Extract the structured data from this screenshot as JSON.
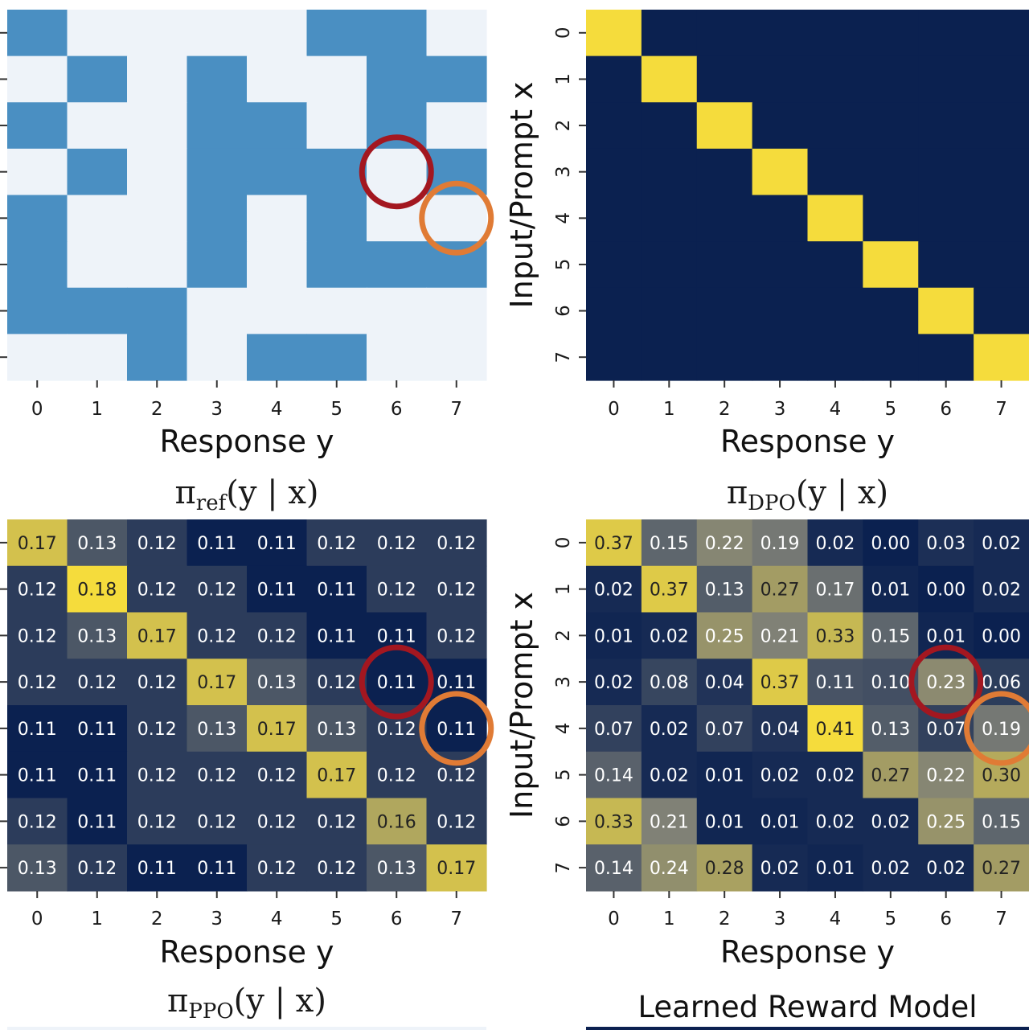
{
  "chart_data": [
    {
      "type": "heatmap",
      "panel": "top-left",
      "matrix": [
        [
          1,
          0,
          0,
          0,
          0,
          1,
          1,
          0
        ],
        [
          0,
          1,
          0,
          1,
          0,
          0,
          1,
          1
        ],
        [
          1,
          0,
          0,
          1,
          1,
          0,
          1,
          0
        ],
        [
          0,
          1,
          0,
          1,
          1,
          1,
          0,
          1
        ],
        [
          1,
          0,
          0,
          1,
          0,
          1,
          0,
          0
        ],
        [
          1,
          0,
          0,
          1,
          0,
          1,
          1,
          1
        ],
        [
          1,
          1,
          1,
          0,
          0,
          0,
          0,
          0
        ],
        [
          0,
          0,
          1,
          0,
          1,
          1,
          0,
          0
        ]
      ],
      "x_ticks": [
        "0",
        "1",
        "2",
        "3",
        "4",
        "5",
        "6",
        "7"
      ],
      "xlabel": "Response y",
      "ylabel": "",
      "title_main": "π",
      "title_sub": "ref",
      "title_rest": "(y | x)",
      "colors": {
        "high": "#4a8fc2",
        "low": "#eef3f9"
      },
      "annotations": [
        {
          "row": 3,
          "col": 6,
          "color": "#a31720"
        },
        {
          "row": 4,
          "col": 7,
          "color": "#e07b35"
        }
      ]
    },
    {
      "type": "heatmap",
      "panel": "top-right",
      "matrix": [
        [
          1,
          0,
          0,
          0,
          0,
          0,
          0,
          0
        ],
        [
          0,
          1,
          0,
          0,
          0,
          0,
          0,
          0
        ],
        [
          0,
          0,
          1,
          0,
          0,
          0,
          0,
          0
        ],
        [
          0,
          0,
          0,
          1,
          0,
          0,
          0,
          0
        ],
        [
          0,
          0,
          0,
          0,
          1,
          0,
          0,
          0
        ],
        [
          0,
          0,
          0,
          0,
          0,
          1,
          0,
          0
        ],
        [
          0,
          0,
          0,
          0,
          0,
          0,
          1,
          0
        ],
        [
          0,
          0,
          0,
          0,
          0,
          0,
          0,
          1
        ]
      ],
      "x_ticks": [
        "0",
        "1",
        "2",
        "3",
        "4",
        "5",
        "6",
        "7"
      ],
      "y_ticks": [
        "0",
        "1",
        "2",
        "3",
        "4",
        "5",
        "6",
        "7"
      ],
      "xlabel": "Response y",
      "ylabel": "Input/Prompt x",
      "title_main": "π",
      "title_sub": "DPO",
      "title_rest": "(y | x)",
      "colors": {
        "high": "#f5dc3c",
        "low": "#0b2150"
      }
    },
    {
      "type": "heatmap",
      "panel": "bottom-left",
      "values": [
        [
          0.17,
          0.13,
          0.12,
          0.11,
          0.11,
          0.12,
          0.12,
          0.12
        ],
        [
          0.12,
          0.18,
          0.12,
          0.12,
          0.11,
          0.11,
          0.12,
          0.12
        ],
        [
          0.12,
          0.13,
          0.17,
          0.12,
          0.12,
          0.11,
          0.11,
          0.12
        ],
        [
          0.12,
          0.12,
          0.12,
          0.17,
          0.13,
          0.12,
          0.11,
          0.11
        ],
        [
          0.11,
          0.11,
          0.12,
          0.13,
          0.17,
          0.13,
          0.12,
          0.11
        ],
        [
          0.11,
          0.11,
          0.12,
          0.12,
          0.12,
          0.17,
          0.12,
          0.12
        ],
        [
          0.12,
          0.11,
          0.12,
          0.12,
          0.12,
          0.12,
          0.16,
          0.12
        ],
        [
          0.13,
          0.12,
          0.11,
          0.11,
          0.12,
          0.12,
          0.13,
          0.17
        ]
      ],
      "x_ticks": [
        "0",
        "1",
        "2",
        "3",
        "4",
        "5",
        "6",
        "7"
      ],
      "xlabel": "Response y",
      "ylabel": "",
      "title_main": "π",
      "title_sub": "PPO",
      "title_rest": "(y | x)",
      "vmin": 0.11,
      "vmax": 0.18,
      "colorscale": [
        "#0b2150",
        "#7d7f77",
        "#f5dc3c"
      ],
      "annotations": [
        {
          "row": 3,
          "col": 6,
          "color": "#a31720"
        },
        {
          "row": 4,
          "col": 7,
          "color": "#e07b35"
        }
      ]
    },
    {
      "type": "heatmap",
      "panel": "bottom-right",
      "values": [
        [
          0.37,
          0.15,
          0.22,
          0.19,
          0.02,
          0.0,
          0.03,
          0.02
        ],
        [
          0.02,
          0.37,
          0.13,
          0.27,
          0.17,
          0.01,
          0.0,
          0.02
        ],
        [
          0.01,
          0.02,
          0.25,
          0.21,
          0.33,
          0.15,
          0.01,
          0.0
        ],
        [
          0.02,
          0.08,
          0.04,
          0.37,
          0.11,
          0.1,
          0.23,
          0.06
        ],
        [
          0.07,
          0.02,
          0.07,
          0.04,
          0.41,
          0.13,
          0.07,
          0.19
        ],
        [
          0.14,
          0.02,
          0.01,
          0.02,
          0.02,
          0.27,
          0.22,
          0.3
        ],
        [
          0.33,
          0.21,
          0.01,
          0.01,
          0.02,
          0.02,
          0.25,
          0.15
        ],
        [
          0.14,
          0.24,
          0.28,
          0.02,
          0.01,
          0.02,
          0.02,
          0.27
        ]
      ],
      "x_ticks": [
        "0",
        "1",
        "2",
        "3",
        "4",
        "5",
        "6",
        "7"
      ],
      "y_ticks": [
        "0",
        "1",
        "2",
        "3",
        "4",
        "5",
        "6",
        "7"
      ],
      "xlabel": "Response y",
      "ylabel": "Input/Prompt x",
      "title": "Learned Reward Model",
      "vmin": 0.0,
      "vmax": 0.41,
      "colorscale": [
        "#0b2150",
        "#7d7f77",
        "#f5dc3c"
      ],
      "annotations": [
        {
          "row": 3,
          "col": 6,
          "color": "#a31720"
        },
        {
          "row": 4,
          "col": 7,
          "color": "#e07b35"
        }
      ]
    }
  ]
}
